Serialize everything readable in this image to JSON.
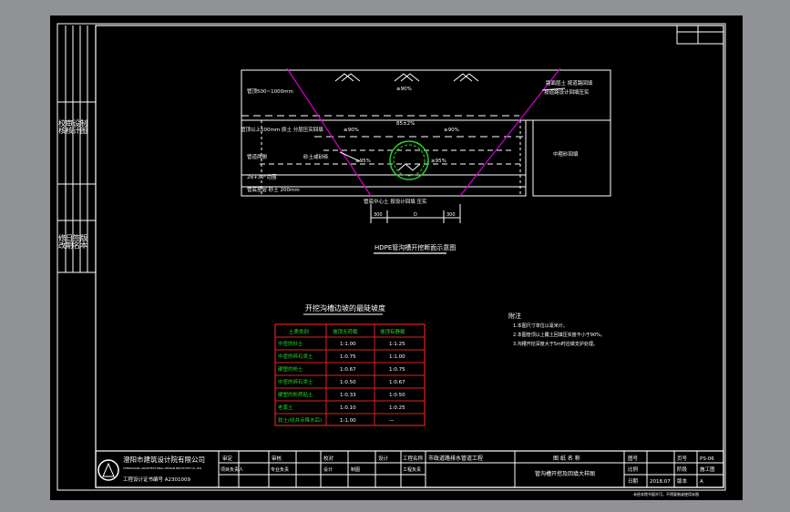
{
  "drawing": {
    "corner_box_label": "",
    "left_strip": {
      "top_cells": [
        "校核",
        "审核",
        "设计",
        "制图"
      ],
      "bottom_cells": [
        "修改",
        "日期",
        "签名",
        "版本"
      ]
    },
    "section_diagram": {
      "title": "HDPE管沟槽开挖断面示意图",
      "labels": {
        "top_backfill": "管顶500~1000mm",
        "right_top_note_1": "路面层土 按道路回填",
        "right_top_note_2": "按道路设计回填压实",
        "mid_band": "管顶以上500mm  原土 分层压实回填",
        "compaction_center": "85±2%",
        "side_left": "管道两侧",
        "side_left_2": "砂土或砂砾",
        "haunch": "2α+30°范围",
        "bedding": "管底垫层 砂土 200mm",
        "right_block": "中粗砂回填",
        "under_note": "管底中心土 按设计回填 压实",
        "dim_left": "300",
        "dim_mid": "D",
        "dim_right": "300",
        "p_top": "≥90%",
        "p_left": "≥90%",
        "p_right": "≥90%",
        "p_side_left": "≥95%",
        "p_side_right": "≥95%"
      }
    },
    "slope_table": {
      "title": "开挖沟槽边坡的最陡坡度",
      "headers": [
        "土质类别",
        "坡顶无荷载",
        "坡顶有静载"
      ],
      "rows": [
        [
          "中密的砂土",
          "1:1.00",
          "1:1.25"
        ],
        [
          "中密的碎石类土",
          "1:0.75",
          "1:1.00"
        ],
        [
          "硬塑的粉土",
          "1:0.67",
          "1:0.75"
        ],
        [
          "中密的碎石类土",
          "1:0.50",
          "1:0.67"
        ],
        [
          "硬塑的粉质粘土",
          "1:0.33",
          "1:0.50"
        ],
        [
          "老黄土",
          "1:0.10",
          "1:0.25"
        ],
        [
          "软土(经井点降水后)",
          "1:1.00",
          "—"
        ]
      ]
    },
    "notes": {
      "title": "附注",
      "items": [
        "1.本图尺寸单位以毫米计。",
        "2.本图管顶以上覆土回填压实度不小于90%。",
        "3.沟槽开挖深度大于5m时应做支护处理。"
      ]
    },
    "title_block": {
      "company": "澄阳市建筑设计院有限公司",
      "company_en": "CHENGYANG ARCHITECTURAL DESIGN INSTITUTE CO.,LTD",
      "certificate": "工程设计证书编号  A2301009",
      "roles_row1": [
        "审定",
        "",
        "",
        "审核",
        "",
        "校对",
        "",
        "",
        "设计",
        ""
      ],
      "roles_row2": [
        "项目负责人",
        "",
        "专业负责",
        "",
        "设计",
        "",
        "制图",
        "",
        "工程负责",
        ""
      ],
      "project_label": "工程名称",
      "project_name": "市政道路排水管道工程",
      "drawing_name_label": "图 纸 名 称",
      "drawing_name": "管沟槽开挖及回填大样图",
      "right_cells": [
        [
          "图号",
          "",
          "页号",
          "PS-06"
        ],
        [
          "比例",
          "",
          "阶段",
          "施工图"
        ],
        [
          "日期",
          "2018.07",
          "版本",
          "A"
        ]
      ],
      "bottom_note": "未经本院书面许可，不得复制或使用本图"
    }
  }
}
